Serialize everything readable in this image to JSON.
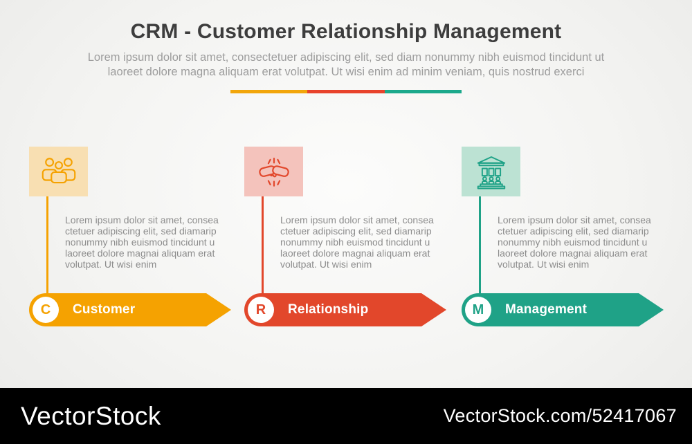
{
  "header": {
    "title": "CRM - Customer Relationship Management",
    "subtitle_line1": "Lorem ipsum dolor sit amet, consectetuer adipiscing elit, sed diam nonummy nibh euismod tincidunt ut",
    "subtitle_line2": "laoreet dolore magna aliquam erat volutpat. Ut wisi enim ad minim veniam, quis nostrud exerci"
  },
  "divider": {
    "segment_colors": [
      "#F2A60B",
      "#E8432C",
      "#1CA98C"
    ]
  },
  "columns": [
    {
      "badge": "C",
      "label": "Customer",
      "icon": "people-group-icon",
      "accent_color": "#F5A201",
      "box_color": "#F8DFB2",
      "description": "Lorem ipsum dolor sit amet, consea ctetuer adipiscing elit, sed diamarip nonummy nibh euismod tincidunt u laoreet dolore magnai aliquam erat volutpat. Ut wisi enim"
    },
    {
      "badge": "R",
      "label": "Relationship",
      "icon": "handshake-icon",
      "accent_color": "#E2472B",
      "box_color": "#F4C3BC",
      "description": "Lorem ipsum dolor sit amet, consea ctetuer adipiscing elit, sed diamarip nonummy nibh euismod tincidunt u laoreet dolore magnai aliquam erat volutpat. Ut wisi enim"
    },
    {
      "badge": "M",
      "label": "Management",
      "icon": "bank-building-icon",
      "accent_color": "#1FA287",
      "box_color": "#BCE2D3",
      "description": "Lorem ipsum dolor sit amet, consea ctetuer adipiscing elit, sed diamarip nonummy nibh euismod tincidunt u laoreet dolore magnai aliquam erat volutpat. Ut wisi enim"
    }
  ],
  "footer": {
    "brand": "VectorStock",
    "credit": "VectorStock.com/52417067"
  }
}
